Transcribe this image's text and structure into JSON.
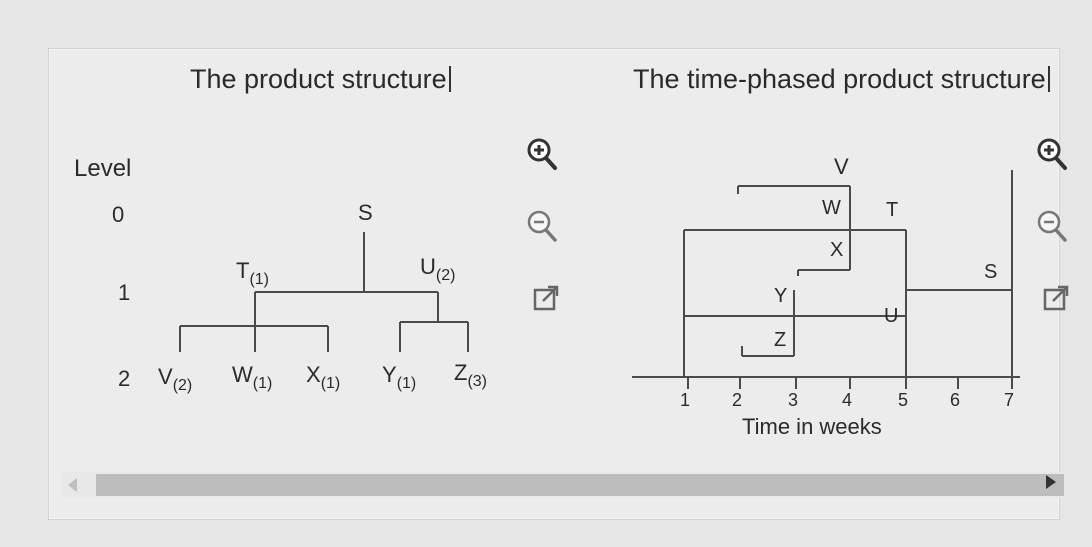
{
  "left_panel": {
    "title": "The product structure",
    "level_header": "Level",
    "levels": [
      "0",
      "1",
      "2"
    ],
    "root": "S",
    "level1": [
      {
        "name": "T",
        "qty": "(1)"
      },
      {
        "name": "U",
        "qty": "(2)"
      }
    ],
    "level2": [
      {
        "name": "V",
        "qty": "(2)"
      },
      {
        "name": "W",
        "qty": "(1)"
      },
      {
        "name": "X",
        "qty": "(1)"
      },
      {
        "name": "Y",
        "qty": "(1)"
      },
      {
        "name": "Z",
        "qty": "(3)"
      }
    ]
  },
  "right_panel": {
    "title": "The time-phased product structure",
    "axis_label": "Time in weeks",
    "ticks": [
      "1",
      "2",
      "3",
      "4",
      "5",
      "6",
      "7"
    ],
    "bar_labels": {
      "V": "V",
      "W": "W",
      "X": "X",
      "T": "T",
      "Y": "Y",
      "Z": "Z",
      "U": "U",
      "S": "S"
    }
  },
  "controls": {
    "zoom_in_icon": "zoom-in-icon",
    "zoom_out_icon": "zoom-out-icon",
    "popout_icon": "external-link-icon"
  },
  "colors": {
    "background": "#e6e6e6",
    "line": "#4a4a4a",
    "text": "#2b2b2b"
  }
}
